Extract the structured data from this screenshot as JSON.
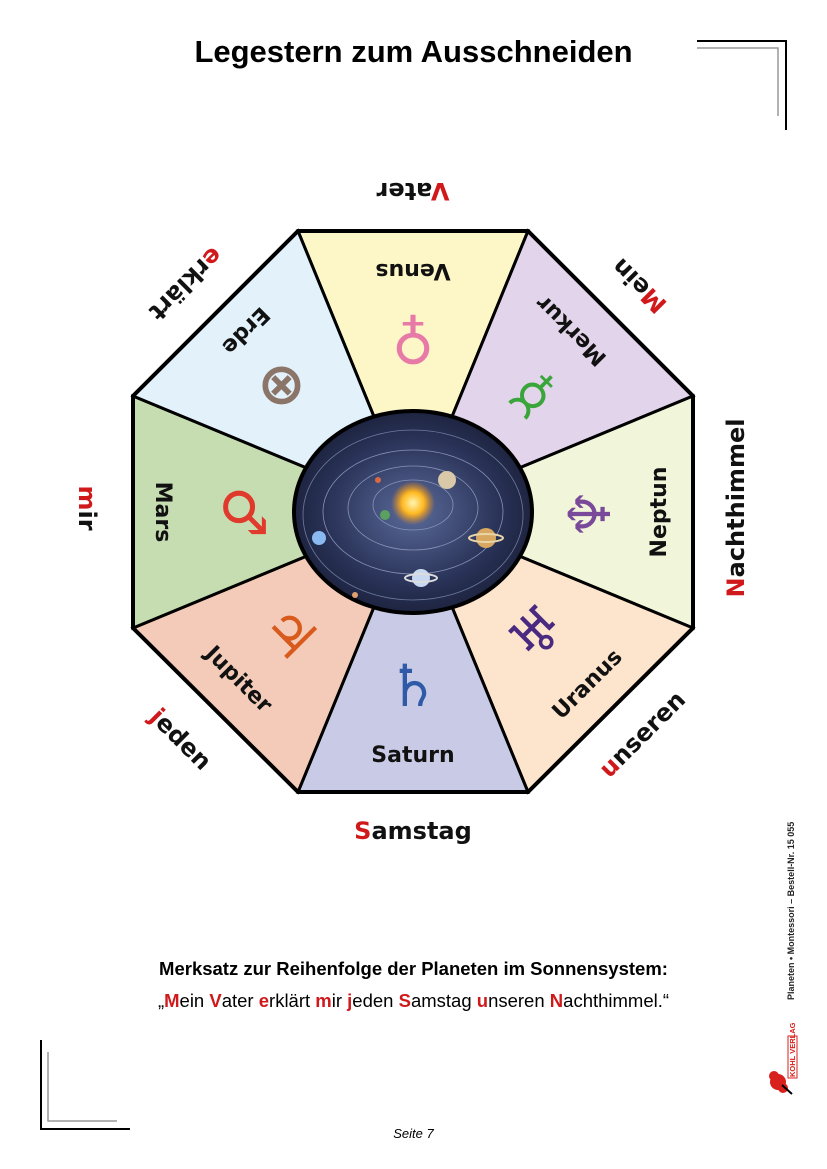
{
  "title": "Legestern zum Ausschneiden",
  "segments": [
    {
      "name": "Venus",
      "symbol": "♀",
      "color": "#e77aa6",
      "fill": "#fdf7c8"
    },
    {
      "name": "Merkur",
      "symbol": "☿",
      "color": "#3aa53a",
      "fill": "#e2d4ea"
    },
    {
      "name": "Neptun",
      "symbol": "♆",
      "color": "#7a4a9a",
      "fill": "#f1f5da"
    },
    {
      "name": "Uranus",
      "symbol": "♅",
      "color": "#4a2a80",
      "fill": "#fde4cc"
    },
    {
      "name": "Saturn",
      "symbol": "♄",
      "color": "#2f5aa8",
      "fill": "#c9cbe6"
    },
    {
      "name": "Jupiter",
      "symbol": "♃",
      "color": "#d85a1c",
      "fill": "#f3cbb8"
    },
    {
      "name": "Mars",
      "symbol": "♂",
      "color": "#e03a2c",
      "fill": "#c6ddb2"
    },
    {
      "name": "Erde",
      "symbol": "⊕",
      "color": "#8a7568",
      "fill": "#e2f1fa"
    }
  ],
  "outer_words": [
    {
      "first": "V",
      "rest": "ater"
    },
    {
      "first": "M",
      "rest": "ein"
    },
    {
      "first": "N",
      "rest": "achthimmel"
    },
    {
      "first": "u",
      "rest": "nseren"
    },
    {
      "first": "S",
      "rest": "amstag"
    },
    {
      "first": "j",
      "rest": "eden"
    },
    {
      "first": "m",
      "rest": "ir"
    },
    {
      "first": "e",
      "rest": "rklärt"
    }
  ],
  "merksatz_heading": "Merksatz zur Reihenfolge der Planeten im Sonnensystem:",
  "sentence": {
    "open": "„",
    "parts": [
      {
        "first": "M",
        "rest": "ein "
      },
      {
        "first": "V",
        "rest": "ater "
      },
      {
        "first": "e",
        "rest": "rklärt "
      },
      {
        "first": "m",
        "rest": "ir "
      },
      {
        "first": "j",
        "rest": "eden "
      },
      {
        "first": "S",
        "rest": "amstag "
      },
      {
        "first": "u",
        "rest": "nseren "
      },
      {
        "first": "N",
        "rest": "achthimmel."
      }
    ],
    "close": "“"
  },
  "side_text": "Planeten • Montessori   –   Bestell-Nr. 15 055",
  "publisher": "KOHL VERLAG",
  "page": "Seite 7"
}
